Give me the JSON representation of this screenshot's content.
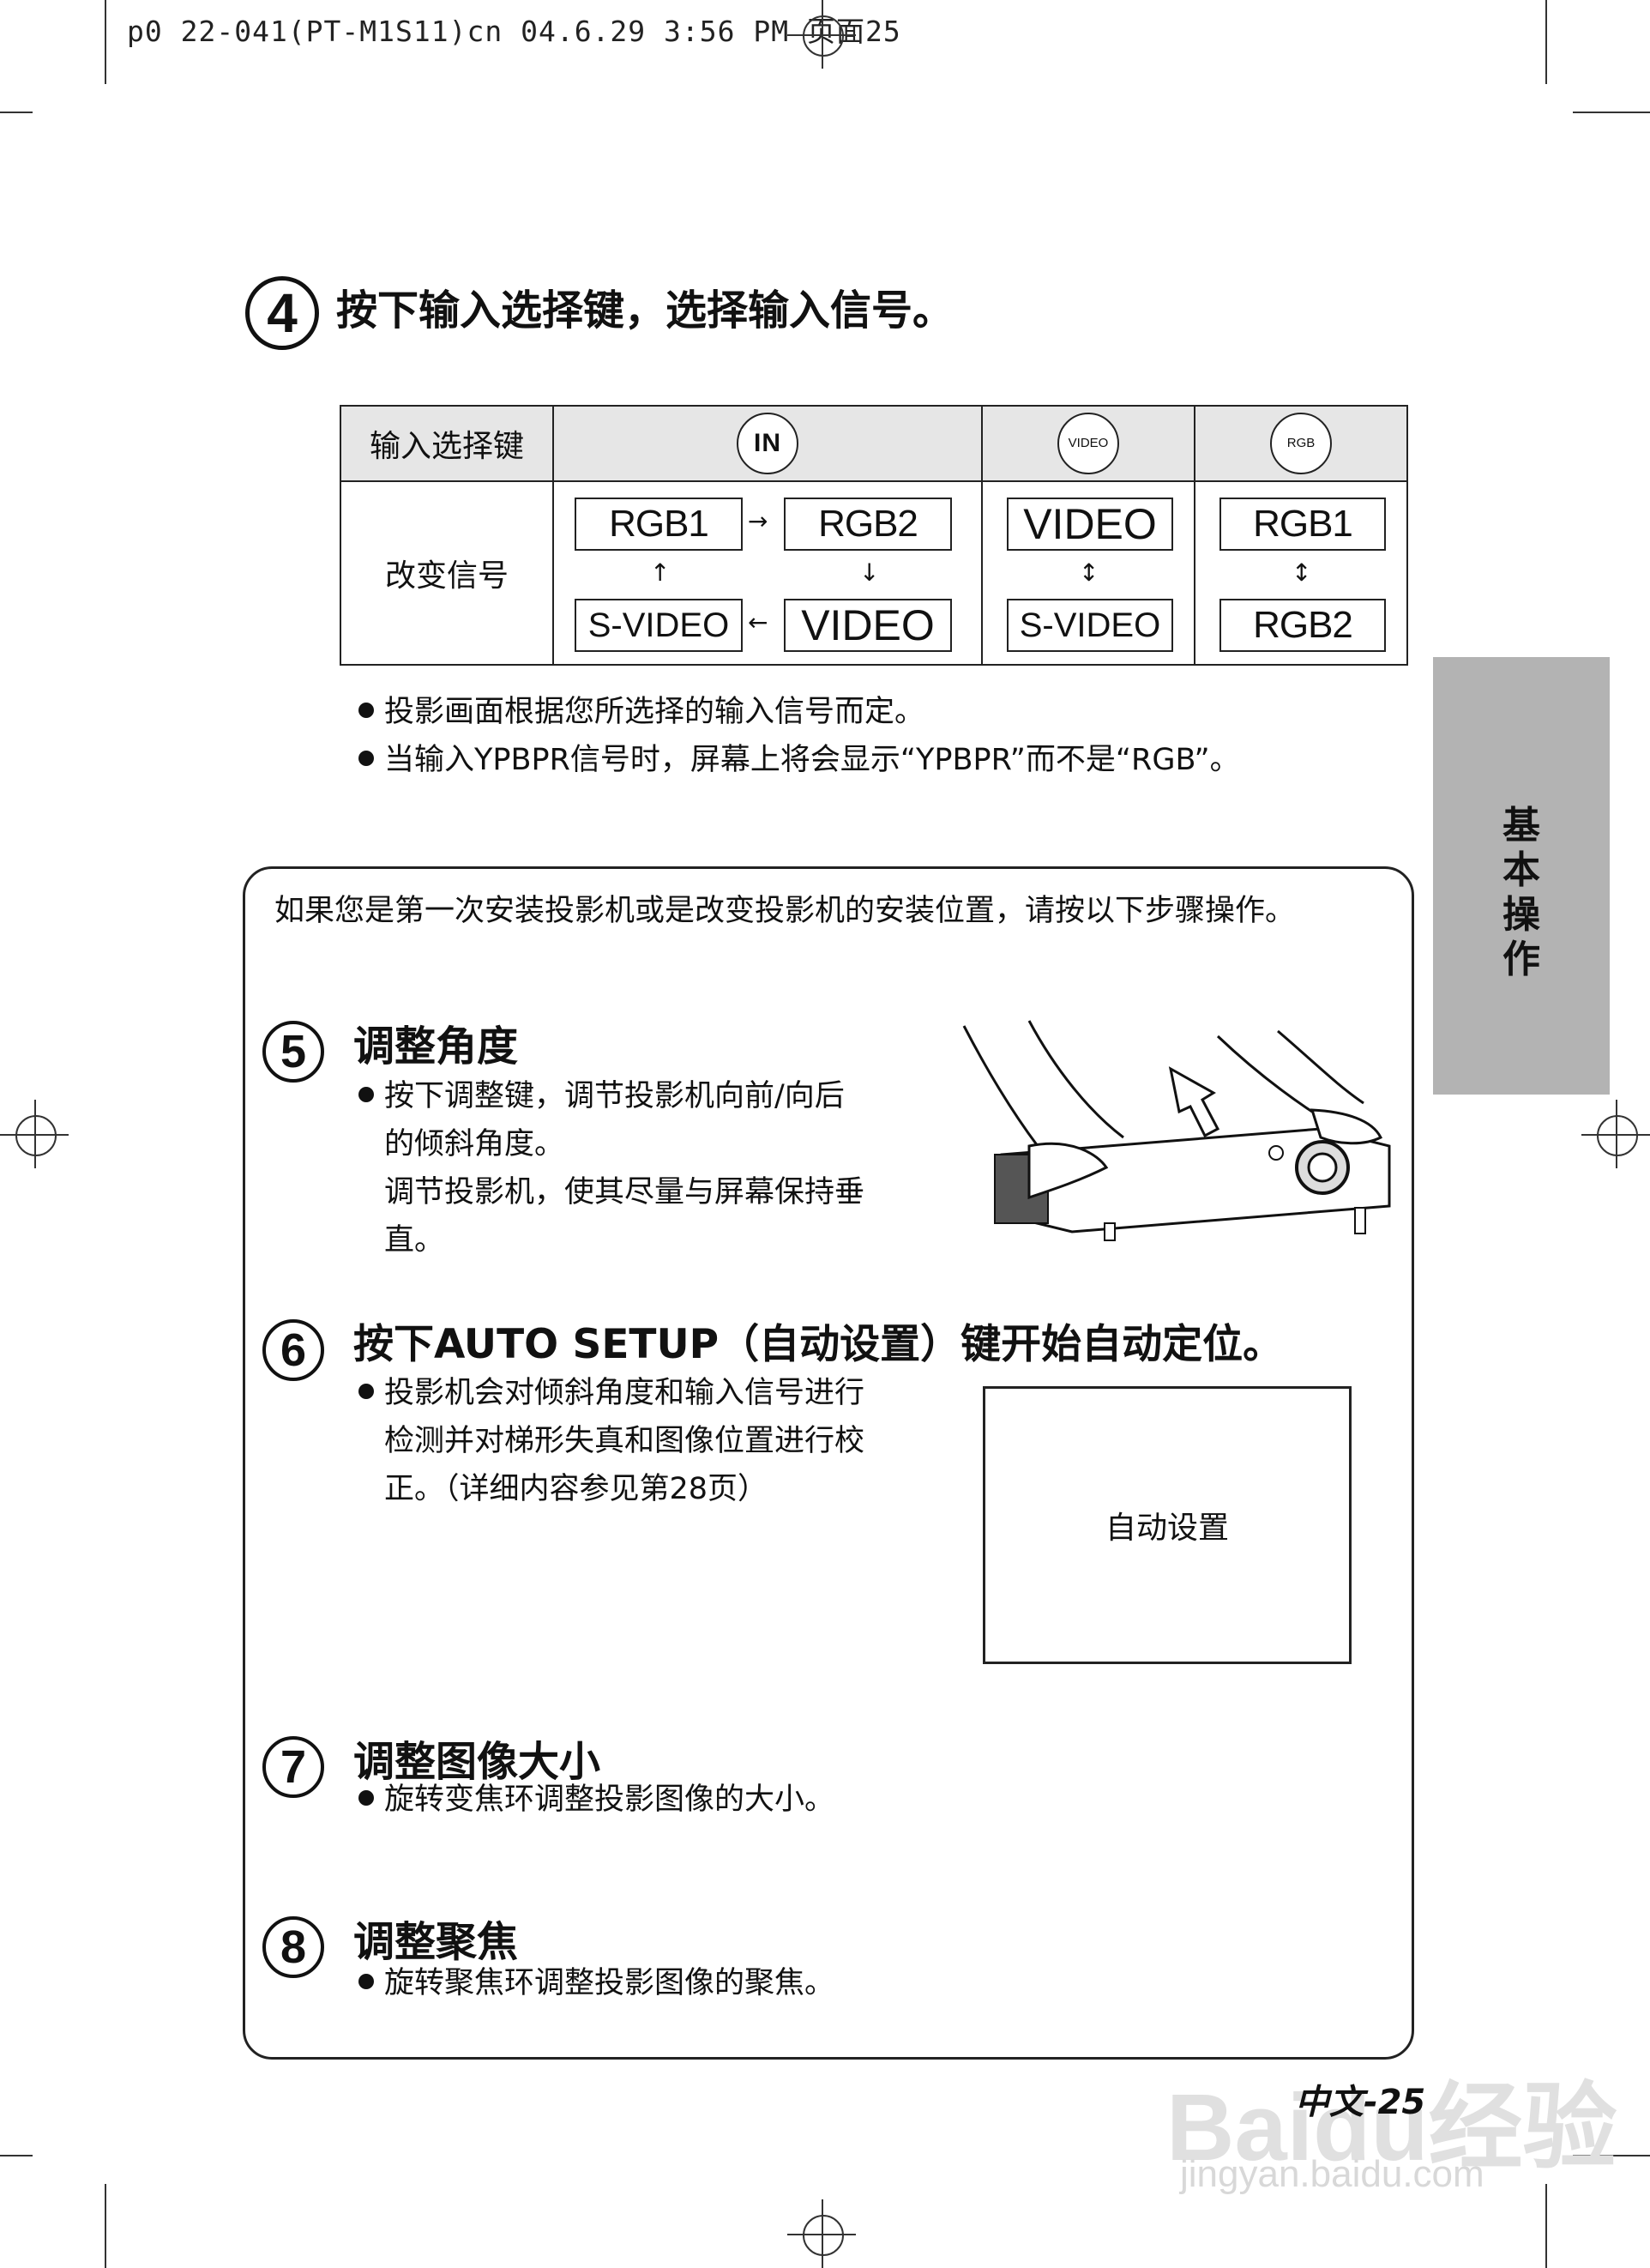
{
  "header": {
    "file_info": "p0 22-041(PT-M1S11)cn 04.6.29 3:56 PM 页面25"
  },
  "step4": {
    "number": "4",
    "title": "按下输入选择键，选择输入信号。",
    "table": {
      "row1_label": "输入选择键",
      "row2_label": "改变信号",
      "buttons": [
        "IN",
        "VIDEO",
        "RGB"
      ],
      "col1": {
        "top_left": "RGB1",
        "top_right": "RGB2",
        "bottom_left": "S-VIDEO",
        "bottom_right": "VIDEO"
      },
      "col2": {
        "top": "VIDEO",
        "bottom": "S-VIDEO"
      },
      "col3": {
        "top": "RGB1",
        "bottom": "RGB2"
      }
    },
    "notes": [
      "投影画面根据您所选择的输入信号而定。",
      "当输入YPBPR信号时，屏幕上将会显示“YPBPR”而不是“RGB”。"
    ]
  },
  "panel": {
    "intro": "如果您是第一次安装投影机或是改变投影机的安装位置，请按以下步骤操作。",
    "step5": {
      "number": "5",
      "title": "调整角度",
      "line1": "按下调整键，调节投影机向前/向后",
      "line2": "的倾斜角度。",
      "line3": "调节投影机，使其尽量与屏幕保持垂",
      "line4": "直。"
    },
    "step6": {
      "number": "6",
      "title": "按下AUTO SETUP（自动设置）键开始自动定位。",
      "line1": "投影机会对倾斜角度和输入信号进行",
      "line2": "检测并对梯形失真和图像位置进行校",
      "line3": "正。（详细内容参见第28页）",
      "screen_text": "自动设置"
    },
    "step7": {
      "number": "7",
      "title": "调整图像大小",
      "line1": "旋转变焦环调整投影图像的大小。"
    },
    "step8": {
      "number": "8",
      "title": "调整聚焦",
      "line1": "旋转聚焦环调整投影图像的聚焦。"
    }
  },
  "side_tab": {
    "chars": [
      "基",
      "本",
      "操",
      "作"
    ]
  },
  "footer": {
    "page": "中文-25"
  },
  "watermark": {
    "brand": "Baidu经验",
    "url": "jingyan.baidu.com"
  }
}
